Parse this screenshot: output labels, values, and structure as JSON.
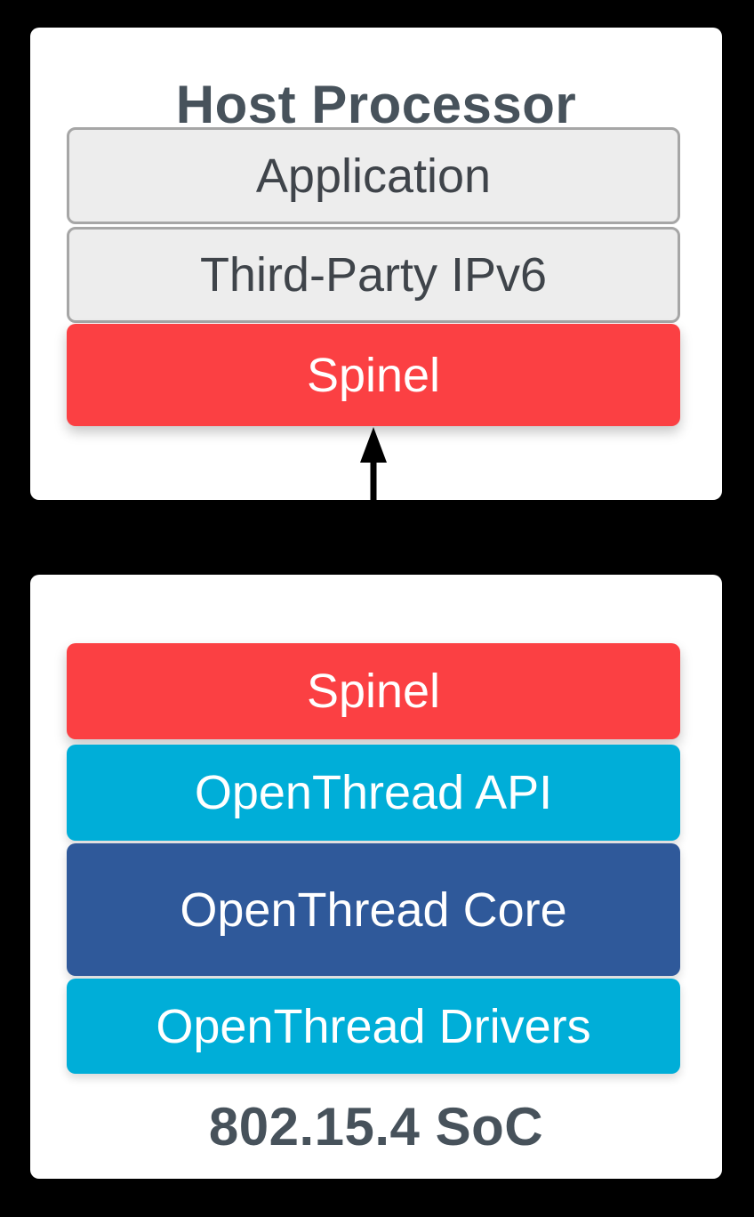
{
  "colors": {
    "background": "#000000",
    "card": "#FFFFFF",
    "gray_fill": "#EDEDED",
    "gray_border": "#A6A6A6",
    "red": "#FB4043",
    "cyan": "#00AED8",
    "navy": "#2F599A",
    "title_text": "#47525B",
    "gray_block_text": "#3F444A",
    "white_text": "#FFFFFF",
    "arrow": "#000000"
  },
  "host_card": {
    "title": "Host Processor",
    "blocks": [
      {
        "label": "Application",
        "type": "gray"
      },
      {
        "label": "Third-Party IPv6",
        "type": "gray"
      },
      {
        "label": "Spinel",
        "type": "red"
      }
    ]
  },
  "connector": {
    "icon": "double-arrow-icon",
    "direction": "vertical-bidirectional"
  },
  "soc_card": {
    "blocks": [
      {
        "label": "Spinel",
        "type": "red"
      },
      {
        "label": "OpenThread API",
        "type": "cyan"
      },
      {
        "label": "OpenThread Core",
        "type": "navy"
      },
      {
        "label": "OpenThread Drivers",
        "type": "cyan"
      }
    ],
    "caption": "802.15.4 SoC"
  }
}
